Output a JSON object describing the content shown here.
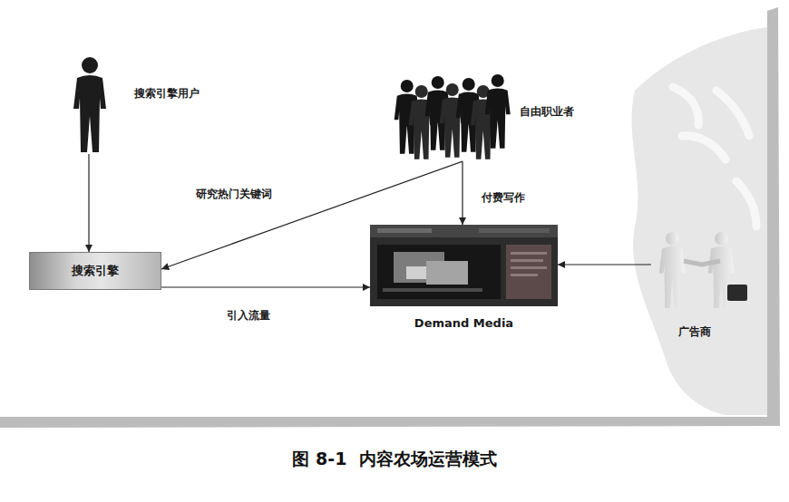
{
  "diagram": {
    "caption": "图 8-1  内容农场运营模式",
    "nodes": [
      {
        "text": [
          "搜索引擎用户"
        ]
      },
      {
        "text": [
          "自由职业者"
        ]
      },
      {
        "text": [
          "搜索引擎"
        ]
      },
      {
        "text": [
          "Demand Media"
        ]
      },
      {
        "text": [
          "广告商"
        ]
      }
    ],
    "edges": [
      {
        "from": 0,
        "to": 2,
        "arrow": "to"
      },
      {
        "from": 1,
        "to": 2,
        "label": "研究热门关键词",
        "arrow": "to"
      },
      {
        "from": 1,
        "to": 3,
        "label": "付费写作",
        "arrow": "to"
      },
      {
        "from": 2,
        "to": 3,
        "label": "引入流量",
        "arrow": "to"
      },
      {
        "from": 4,
        "to": 3,
        "arrow": "to"
      }
    ]
  }
}
